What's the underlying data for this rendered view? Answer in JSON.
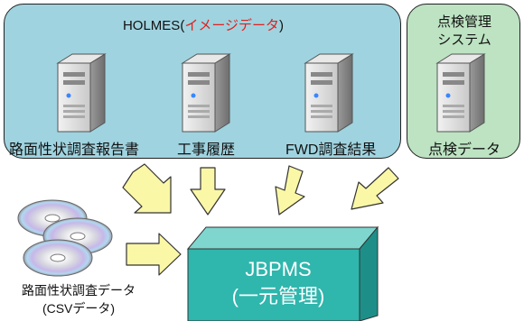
{
  "holmes": {
    "title_prefix": "HOLMES(",
    "title_highlight": "イメージデータ",
    "title_suffix": ")",
    "servers": [
      {
        "label": "路面性状調査報告書"
      },
      {
        "label": "工事履歴"
      },
      {
        "label": "FWD調査結果"
      }
    ]
  },
  "inspection": {
    "title_line1": "点検管理",
    "title_line2": "システム",
    "server_label": "点検データ"
  },
  "csv": {
    "label_line1": "路面性状調査データ",
    "label_line2": "(CSVデータ)"
  },
  "jbpms": {
    "line1": "JBPMS",
    "line2": "(一元管理)"
  },
  "colors": {
    "holmes_panel": "#9fd3df",
    "inspection_panel": "#bde3c2",
    "arrow_fill": "#faf7a6",
    "cube_front": "#2fb6ad",
    "highlight_text": "#e02020"
  }
}
